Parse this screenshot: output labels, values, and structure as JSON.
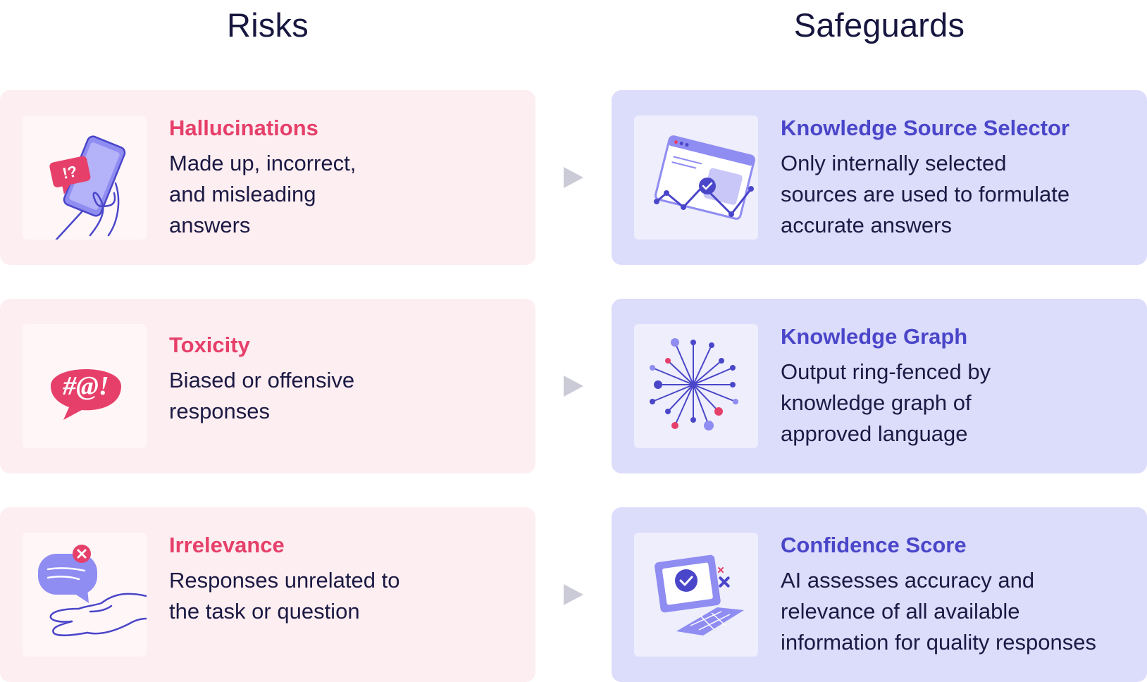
{
  "headers": {
    "risks": "Risks",
    "safeguards": "Safeguards"
  },
  "risks": [
    {
      "title": "Hallucinations",
      "description": "Made up, incorrect,\nand misleading\nanswers",
      "icon": "phone-alert-icon"
    },
    {
      "title": "Toxicity",
      "description": "Biased or offensive\nresponses",
      "icon": "profanity-bubble-icon"
    },
    {
      "title": "Irrelevance",
      "description": "Responses unrelated to\nthe task or question",
      "icon": "hand-message-error-icon"
    }
  ],
  "safeguards": [
    {
      "title": "Knowledge Source Selector",
      "description": "Only internally selected\nsources are used to formulate\naccurate answers",
      "icon": "source-window-check-icon"
    },
    {
      "title": "Knowledge Graph",
      "description": "Output ring-fenced by\nknowledge graph of\napproved language",
      "icon": "network-graph-icon"
    },
    {
      "title": "Confidence Score",
      "description": "AI assesses accuracy and\nrelevance of all available\ninformation for quality responses",
      "icon": "laptop-check-icon"
    }
  ],
  "icon_badges": {
    "hallucination": "!?",
    "toxicity": "#@!"
  },
  "colors": {
    "risk_accent": "#e6406a",
    "safeguard_accent": "#4a46c9",
    "risk_card_bg": "#fdeef1",
    "safeguard_card_bg": "#dcdcfb",
    "heading": "#17163f",
    "arrow": "#cbcbd8"
  }
}
